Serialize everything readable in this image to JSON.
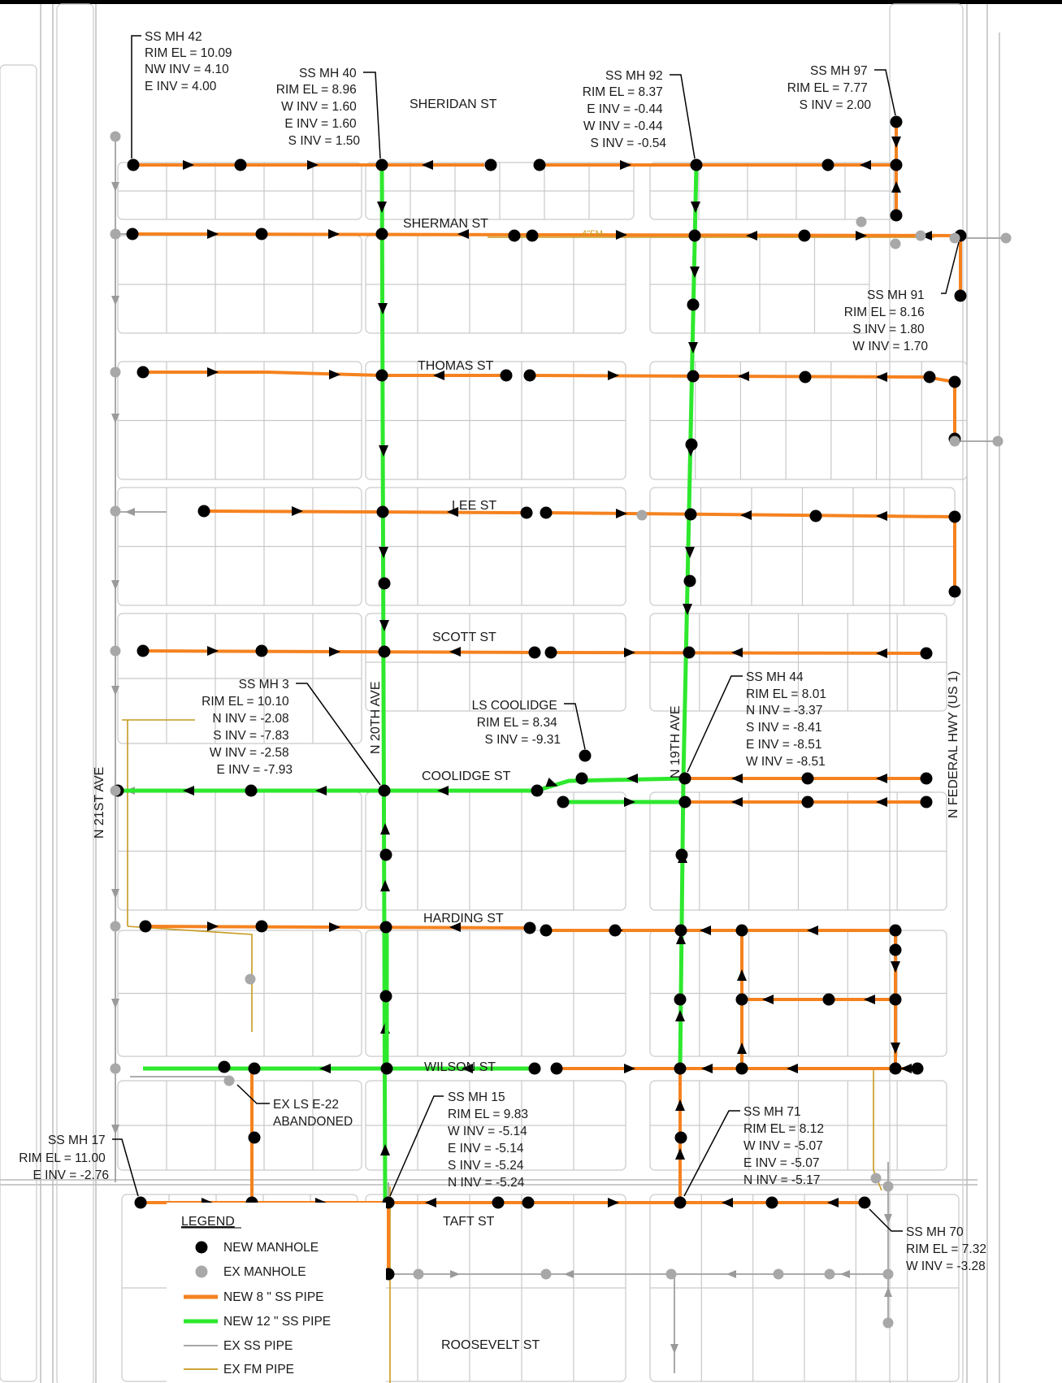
{
  "border": {
    "color": "#000000"
  },
  "colors": {
    "new_8_pipe": "#f5821f",
    "new_12_pipe": "#2ee82e",
    "ex_ss_pipe": "#a0a0a0",
    "ex_fm_pipe": "#c79a1e",
    "new_manhole": "#000000",
    "ex_manhole": "#a8a8a8",
    "parcel": "#c9c9c9"
  },
  "streets": {
    "sheridan": "SHERIDAN ST",
    "sherman": "SHERMAN ST",
    "thomas": "THOMAS ST",
    "lee": "LEE ST",
    "scott": "SCOTT ST",
    "coolidge": "COOLIDGE ST",
    "harding": "HARDING ST",
    "wilson": "WILSON ST",
    "taft": "TAFT ST",
    "roosevelt": "ROOSEVELT ST",
    "n21st": "N 21ST AVE",
    "n20th": "N 20TH AVE",
    "n19th": "N 19TH AVE",
    "federal": "N FEDERAL HWY (US 1)",
    "fm_tag": "4\"FM"
  },
  "callouts": {
    "mh42": [
      "SS MH 42",
      "RIM EL = 10.09",
      "NW INV = 4.10",
      "E INV = 4.00"
    ],
    "mh40": [
      "SS MH 40",
      "RIM EL = 8.96",
      "W INV = 1.60",
      "E INV = 1.60",
      "S INV = 1.50"
    ],
    "mh92": [
      "SS MH 92",
      "RIM EL = 8.37",
      "E INV = -0.44",
      "W INV = -0.44",
      "S INV = -0.54"
    ],
    "mh97": [
      "SS MH 97",
      "RIM EL = 7.77",
      "S INV = 2.00"
    ],
    "mh91": [
      "SS MH 91",
      "RIM EL = 8.16",
      "S INV = 1.80",
      "W INV = 1.70"
    ],
    "mh3": [
      "SS MH 3",
      "RIM EL = 10.10",
      "N INV = -2.08",
      "S INV = -7.83",
      "W INV = -2.58",
      "E INV = -7.93"
    ],
    "lscoolidge": [
      "LS COOLIDGE",
      "RIM EL = 8.34",
      "S INV = -9.31"
    ],
    "mh44": [
      "SS MH 44",
      "RIM EL = 8.01",
      "N INV = -3.37",
      "S INV = -8.41",
      "E INV = -8.51",
      "W INV = -8.51"
    ],
    "lse22": [
      "EX LS E-22",
      "ABANDONED"
    ],
    "mh15": [
      "SS MH 15",
      "RIM EL = 9.83",
      "W INV = -5.14",
      "E INV = -5.14",
      "S INV = -5.24",
      "N INV = -5.24"
    ],
    "mh71": [
      "SS MH 71",
      "RIM EL = 8.12",
      "W INV = -5.07",
      "E INV = -5.07",
      "N INV = -5.17"
    ],
    "mh17": [
      "SS MH 17",
      "RIM EL = 11.00",
      "E INV = -2.76"
    ],
    "mh70": [
      "SS MH 70",
      "RIM EL = 7.32",
      "W INV = -3.28"
    ]
  },
  "legend": {
    "title": "LEGEND",
    "items": [
      {
        "label": "NEW MANHOLE",
        "kind": "new-mh"
      },
      {
        "label": "EX MANHOLE",
        "kind": "ex-mh"
      },
      {
        "label": "NEW 8 \" SS PIPE",
        "kind": "pipe8"
      },
      {
        "label": "NEW 12 \" SS PIPE",
        "kind": "pipe12"
      },
      {
        "label": "EX SS PIPE",
        "kind": "exss"
      },
      {
        "label": "EX FM PIPE",
        "kind": "exfm"
      }
    ]
  }
}
